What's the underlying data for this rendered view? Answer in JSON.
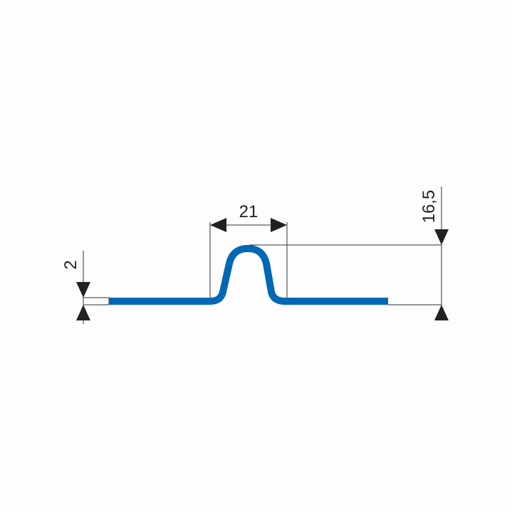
{
  "dimensions": {
    "width_label": "21",
    "height_label": "16,5",
    "thickness_label": "2"
  },
  "colors": {
    "profile": "#0068b4",
    "lines": "#222222",
    "background": "#fdfdfd"
  }
}
